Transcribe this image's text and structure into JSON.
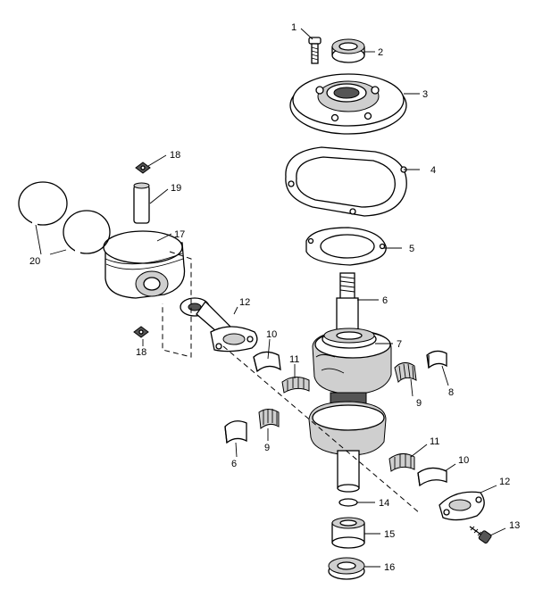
{
  "callouts": {
    "c1": "1",
    "c2": "2",
    "c3": "3",
    "c4": "4",
    "c5": "5",
    "c6a": "6",
    "c7": "7",
    "c8": "8",
    "c9a": "9",
    "c10a": "10",
    "c11a": "11",
    "c12a": "12",
    "c6b": "6",
    "c9b": "9",
    "c11b": "11",
    "c10b": "10",
    "c12b": "12",
    "c13": "13",
    "c14": "14",
    "c15": "15",
    "c16": "16",
    "c17": "17",
    "c18a": "18",
    "c19": "19",
    "c20": "20",
    "c18b": "18"
  }
}
